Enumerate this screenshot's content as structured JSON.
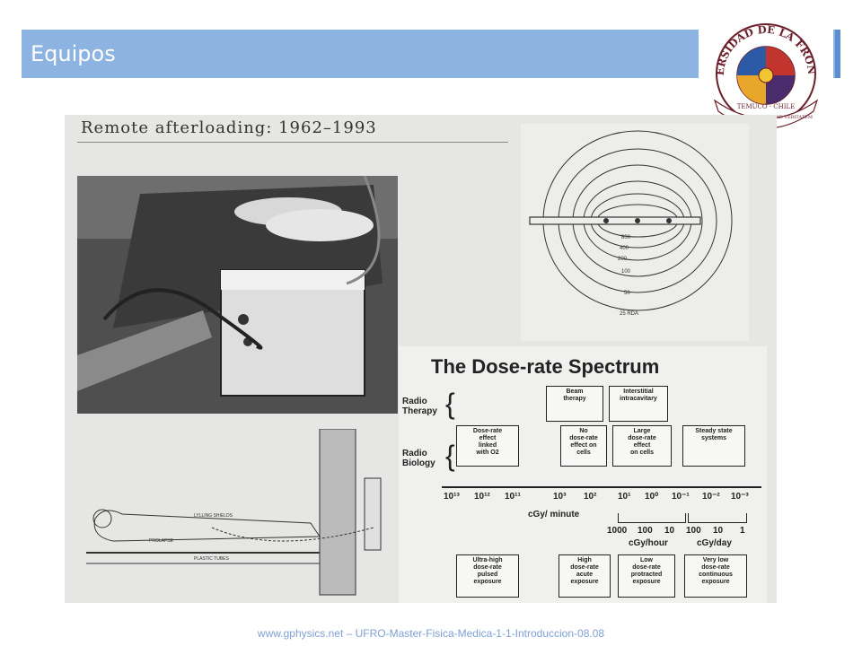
{
  "slide": {
    "title": "Equipos",
    "footer": "www.gphysics.net – UFRO-Master-Fisica-Medica-1-1-Introduccion-08.08"
  },
  "logo": {
    "top_text": "UNIVERSIDAD DE LA FRONTERA",
    "city": "TEMUCO · CHILE",
    "motto": "GENERARIUM MENTIS AD VERITATEM"
  },
  "scan": {
    "header": "Remote afterloading: 1962–1993"
  },
  "isodose_labels": [
    "800",
    "400",
    "200",
    "100",
    "50",
    "25 RDA"
  ],
  "diagram_labels": [
    "LYLLING SHIELDS",
    "PROLAPSE",
    "PLASTIC TUBES"
  ],
  "dose_rate": {
    "title": "The Dose-rate Spectrum",
    "row_labels": [
      {
        "line1": "Radio",
        "line2": "Therapy"
      },
      {
        "line1": "Radio",
        "line2": "Biology"
      }
    ],
    "therapy_boxes": [
      {
        "line1": "Beam",
        "line2": "therapy"
      },
      {
        "line1": "Interstitial",
        "line2": "intracavitary"
      }
    ],
    "biology_boxes": [
      {
        "line1": "Dose-rate",
        "line2": "effect",
        "line3": "linked",
        "line4": "with O2"
      },
      {
        "line1": "No",
        "line2": "dose-rate",
        "line3": "effect on",
        "line4": "cells"
      },
      {
        "line1": "Large",
        "line2": "dose-rate",
        "line3": "effect",
        "line4": "on cells"
      },
      {
        "line1": "Steady state",
        "line2": "systems"
      }
    ],
    "minute_ticks": [
      "10¹³",
      "10¹²",
      "10¹¹",
      "10³",
      "10²"
    ],
    "minute_unit": "cGy/ minute",
    "hour_ticks": [
      "10¹",
      "10⁰",
      "10⁻¹"
    ],
    "day_ticks": [
      "10⁻²",
      "10⁻³"
    ],
    "hour_values": [
      "1000",
      "100",
      "10"
    ],
    "hour_unit": "cGy/hour",
    "day_values": [
      "100",
      "10",
      "1"
    ],
    "day_unit": "cGy/day",
    "exposure_boxes": [
      {
        "line1": "Ultra-high",
        "line2": "dose-rate",
        "line3": "pulsed",
        "line4": "exposure"
      },
      {
        "line1": "High",
        "line2": "dose-rate",
        "line3": "acute",
        "line4": "exposure"
      },
      {
        "line1": "Low",
        "line2": "dose-rate",
        "line3": "protracted",
        "line4": "exposure"
      },
      {
        "line1": "Very low",
        "line2": "dose-rate",
        "line3": "continuous",
        "line4": "exposure"
      }
    ]
  }
}
